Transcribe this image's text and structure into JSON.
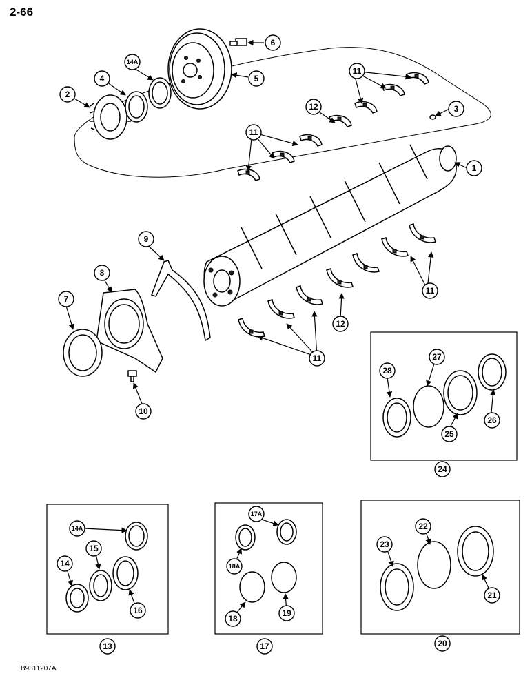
{
  "page": {
    "number": "2-66",
    "figure_code": "B9311207A"
  },
  "callouts": {
    "c1": "1",
    "c2": "2",
    "c3": "3",
    "c4": "4",
    "c5": "5",
    "c6": "6",
    "c7": "7",
    "c8": "8",
    "c9": "9",
    "c10": "10",
    "c11a": "11",
    "c11b": "11",
    "c11c": "11",
    "c11d": "11",
    "c12a": "12",
    "c12b": "12",
    "c13": "13",
    "c14": "14",
    "c14a_top": "14A",
    "c14a_box": "14A",
    "c15": "15",
    "c16": "16",
    "c17": "17",
    "c17a": "17A",
    "c18": "18",
    "c18a": "18A",
    "c19": "19",
    "c20": "20",
    "c21": "21",
    "c22": "22",
    "c23": "23",
    "c24": "24",
    "c25": "25",
    "c26": "26",
    "c27": "27",
    "c28": "28"
  }
}
